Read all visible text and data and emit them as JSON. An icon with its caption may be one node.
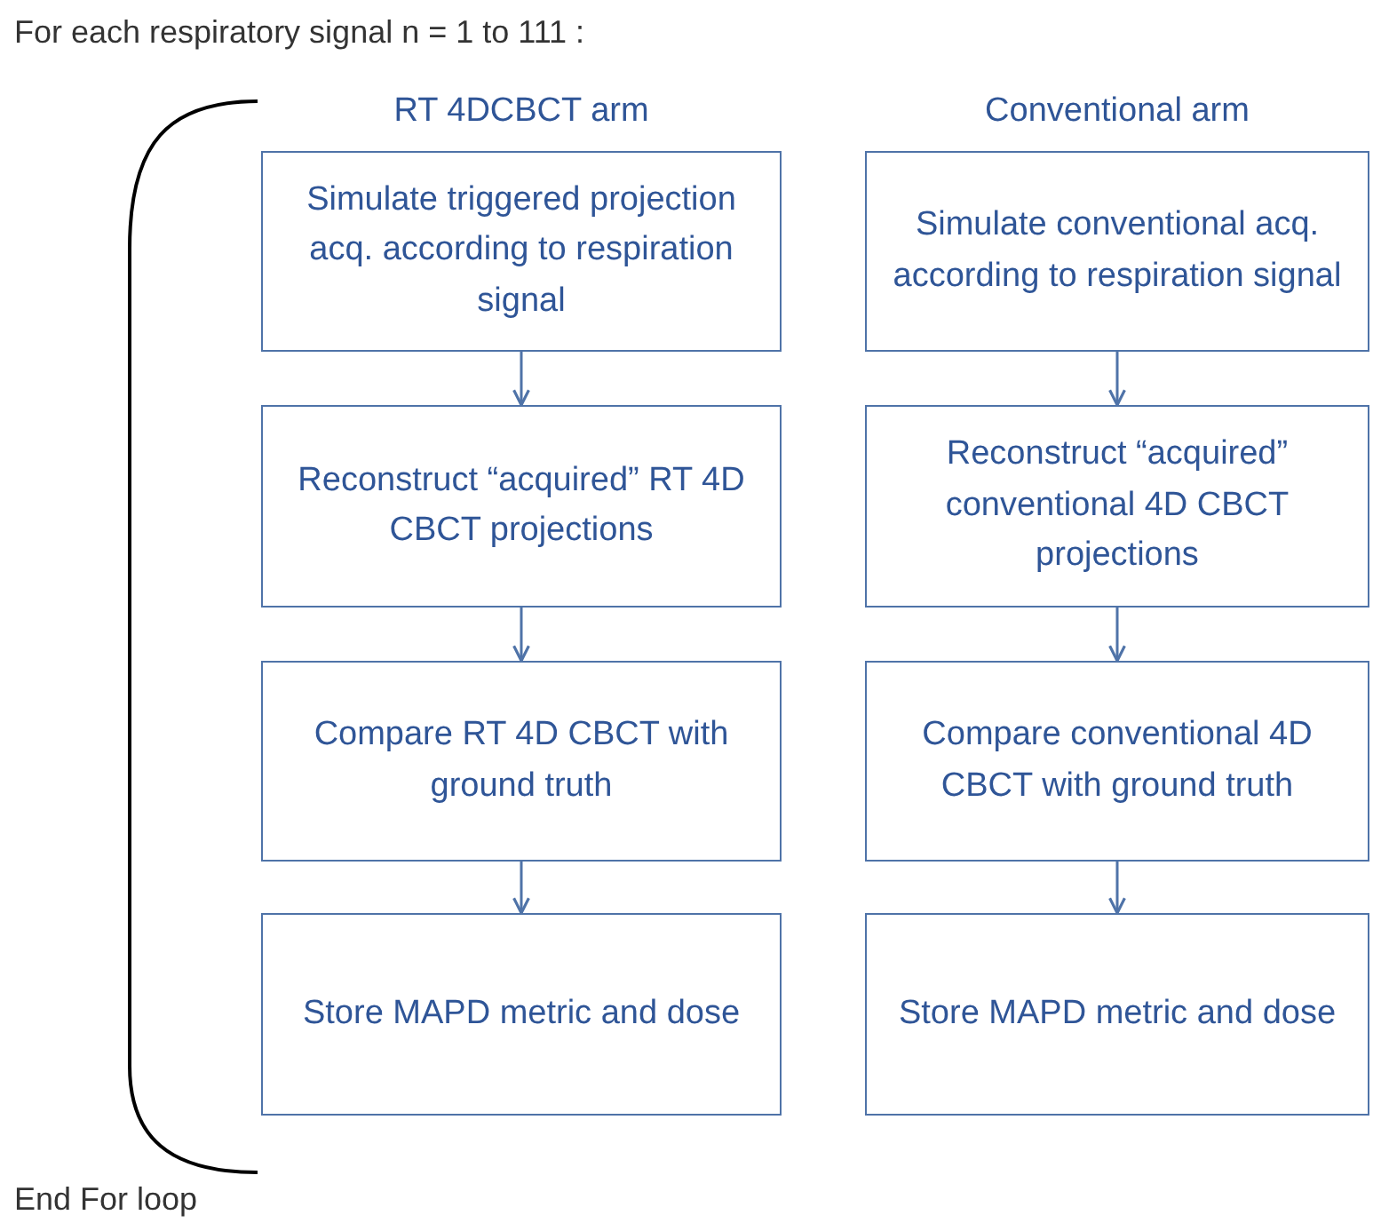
{
  "diagram": {
    "title": "For each respiratory signal n = 1 to 111 :",
    "nodes": [
      {
        "text": [
          "Simulate triggered projection acq. according to respiration signal"
        ]
      },
      {
        "text": [
          "Reconstruct “acquired” RT 4D CBCT projections"
        ]
      },
      {
        "text": [
          "Compare RT 4D CBCT with ground truth"
        ]
      },
      {
        "text": [
          "Store MAPD metric and dose"
        ]
      },
      {
        "text": [
          "Simulate conventional acq. according to respiration signal"
        ]
      },
      {
        "text": [
          "Reconstruct “acquired” conventional 4D CBCT projections"
        ]
      },
      {
        "text": [
          "Compare conventional 4D CBCT with ground truth"
        ]
      },
      {
        "text": [
          "Store MAPD metric and dose"
        ]
      }
    ],
    "edges": [
      {
        "from": 0,
        "to": 1,
        "arrow": "to"
      },
      {
        "from": 1,
        "to": 2,
        "arrow": "to"
      },
      {
        "from": 2,
        "to": 3,
        "arrow": "to"
      },
      {
        "from": 4,
        "to": 5,
        "arrow": "to"
      },
      {
        "from": 5,
        "to": 6,
        "arrow": "to"
      },
      {
        "from": 6,
        "to": 7,
        "arrow": "to"
      }
    ],
    "labels": [
      "RT 4DCBCT arm",
      "Conventional arm",
      "End For loop"
    ]
  }
}
